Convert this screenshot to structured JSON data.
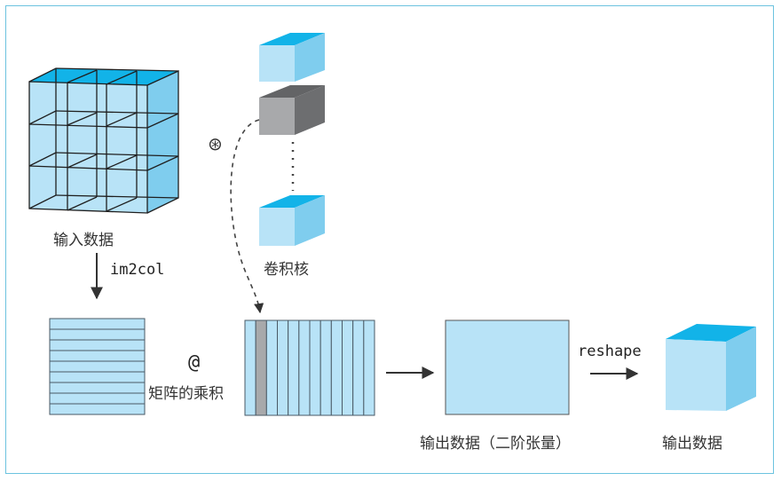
{
  "diagram": {
    "title": "im2col convolution as matrix product",
    "colors": {
      "light_blue": "#b8e3f7",
      "mid_blue": "#7fcdee",
      "top_blue": "#12b3e8",
      "gray_front": "#a8a9ab",
      "gray_side": "#6d6e70",
      "gray_top": "#636466",
      "frame": "#6cc3df",
      "line": "#1f1f1f"
    },
    "labels": {
      "input_data": "输入数据",
      "im2col": "im2col",
      "kernel": "卷积核",
      "conv_symbol": "⊛",
      "matmul_symbol": "@",
      "matmul": "矩阵的乘积",
      "output_2d": "输出数据（二阶张量）",
      "reshape": "reshape",
      "output_data": "输出数据"
    },
    "input_grid": {
      "rows": 3,
      "cols": 3
    },
    "kernel_count_shown": 3,
    "im2col_matrix_rows": 9,
    "kernel_matrix_cols": 12,
    "highlighted_kernel_col": 1
  }
}
